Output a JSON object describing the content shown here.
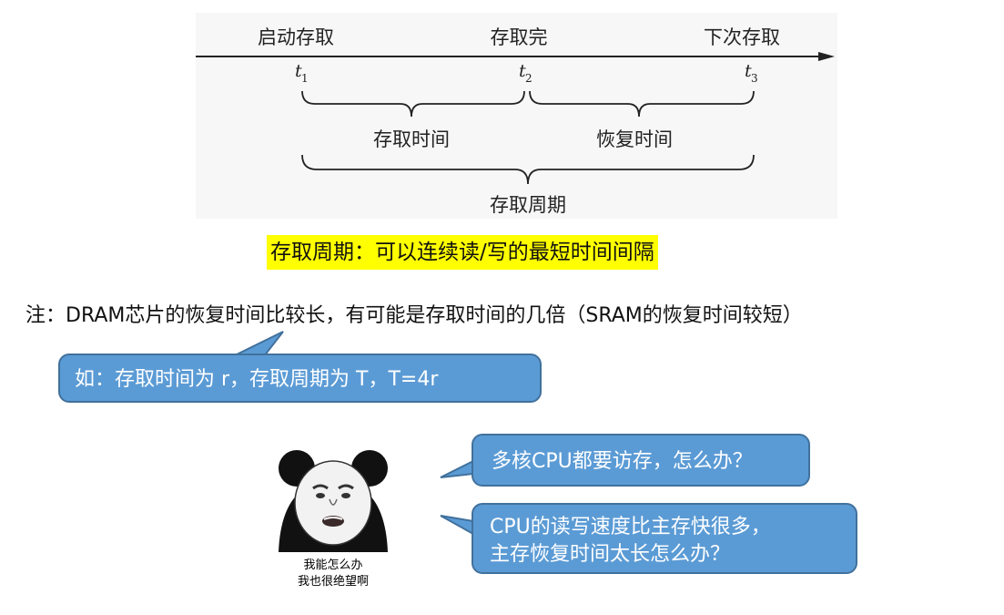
{
  "timeline": {
    "events": [
      "启动存取",
      "存取完",
      "下次存取"
    ],
    "ticks": [
      {
        "letter": "t",
        "sub": "1"
      },
      {
        "letter": "t",
        "sub": "2"
      },
      {
        "letter": "t",
        "sub": "3"
      }
    ],
    "brace_labels": [
      "存取时间",
      "恢复时间",
      "存取周期"
    ]
  },
  "definition": "存取周期：可以连续读/写的最短时间间隔",
  "note": "注：DRAM芯片的恢复时间比较长，有可能是存取时间的几倍（SRAM的恢复时间较短）",
  "example_callout": "如：存取时间为 r，存取周期为 T，T=4r",
  "meme_caption": [
    "我能怎么办",
    "我也很绝望啊"
  ],
  "question_callouts": {
    "q1": "多核CPU都要访存，怎么办？",
    "q2_line1": "CPU的读写速度比主存快很多，",
    "q2_line2": "主存恢复时间太长怎么办？"
  },
  "colors": {
    "callout_fill": "#5b9bd5",
    "callout_border": "#41719c",
    "highlight": "#ffff00"
  }
}
